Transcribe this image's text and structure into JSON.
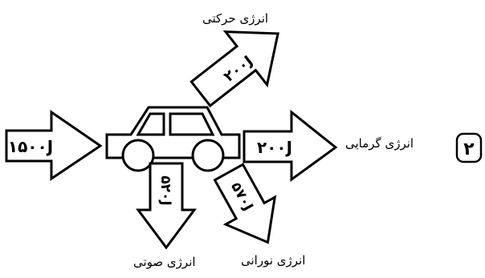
{
  "diagram": {
    "question_number": "۲",
    "labels": {
      "kinetic": "انرژی حرکتی",
      "thermal": "انرژی گرمایی",
      "sound": "انرژی صوتی",
      "light": "انرژی نورانی"
    },
    "values": {
      "input": "۱۵۰۰J",
      "kinetic": "۲۰۰J",
      "thermal": "۲۰۰J",
      "sound": "۵۲۰J",
      "light": "۵۷۰J"
    }
  }
}
